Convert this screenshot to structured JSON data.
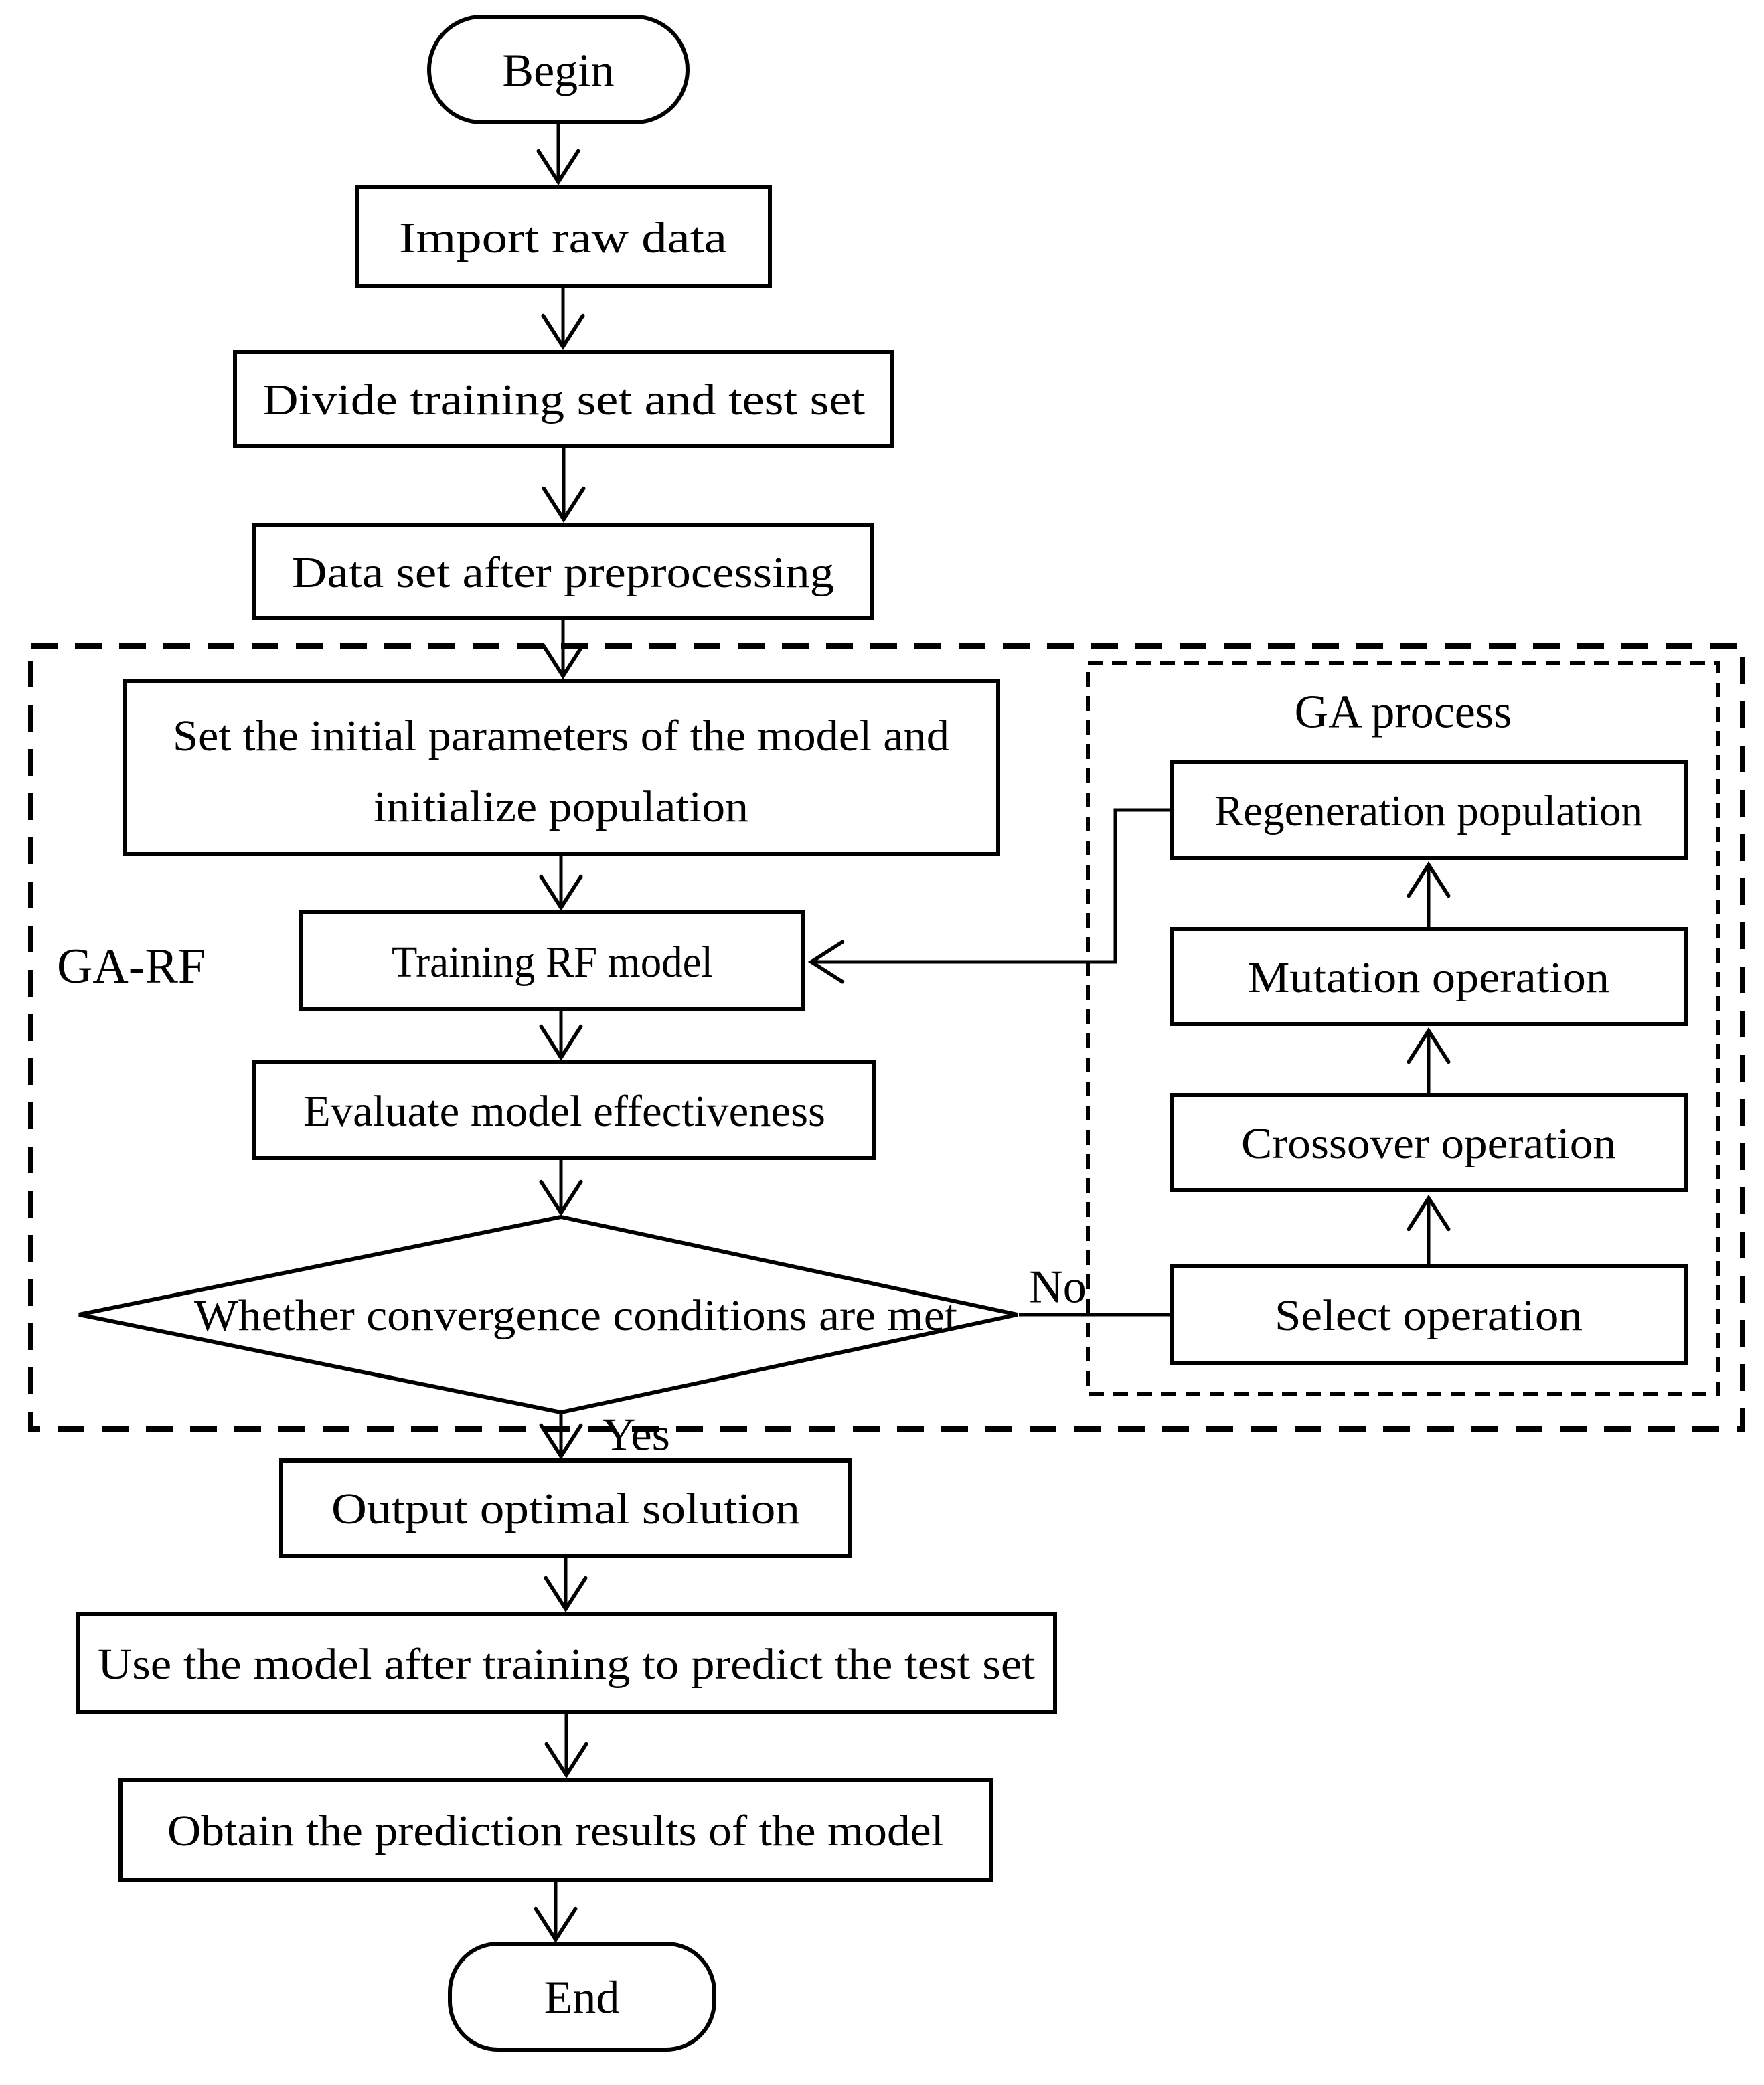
{
  "diagram": {
    "type": "flowchart",
    "colors": {
      "line": "#000000",
      "text": "#000000",
      "background": "#ffffff"
    },
    "nodes": {
      "begin": "Begin",
      "import_raw_data": "Import raw data",
      "divide_sets": "Divide training set and test set",
      "preprocess": "Data set after preprocessing",
      "set_params_line1": "Set the initial parameters of the model and",
      "set_params_line2": "initialize population",
      "training_rf": "Training RF model",
      "evaluate": "Evaluate model effectiveness",
      "convergence": "Whether convergence conditions are met",
      "output_optimal": "Output optimal solution",
      "predict_test": "Use the model after training to predict the test set",
      "obtain_results": "Obtain the prediction results of the model",
      "end": "End",
      "regeneration": "Regeneration population",
      "mutation": "Mutation operation",
      "crossover": "Crossover operation",
      "select": "Select operation"
    },
    "containers": {
      "ga_rf_label": "GA-RF",
      "ga_process_title": "GA process"
    },
    "edge_labels": {
      "yes": "Yes",
      "no": "No"
    },
    "edges": [
      {
        "from": "begin",
        "to": "import_raw_data"
      },
      {
        "from": "import_raw_data",
        "to": "divide_sets"
      },
      {
        "from": "divide_sets",
        "to": "preprocess"
      },
      {
        "from": "preprocess",
        "to": "set_params"
      },
      {
        "from": "set_params",
        "to": "training_rf"
      },
      {
        "from": "training_rf",
        "to": "evaluate"
      },
      {
        "from": "evaluate",
        "to": "convergence"
      },
      {
        "from": "convergence",
        "to": "select",
        "label": "No"
      },
      {
        "from": "select",
        "to": "crossover"
      },
      {
        "from": "crossover",
        "to": "mutation"
      },
      {
        "from": "mutation",
        "to": "regeneration"
      },
      {
        "from": "regeneration",
        "to": "training_rf"
      },
      {
        "from": "convergence",
        "to": "output_optimal",
        "label": "Yes"
      },
      {
        "from": "output_optimal",
        "to": "predict_test"
      },
      {
        "from": "predict_test",
        "to": "obtain_results"
      },
      {
        "from": "obtain_results",
        "to": "end"
      }
    ]
  }
}
